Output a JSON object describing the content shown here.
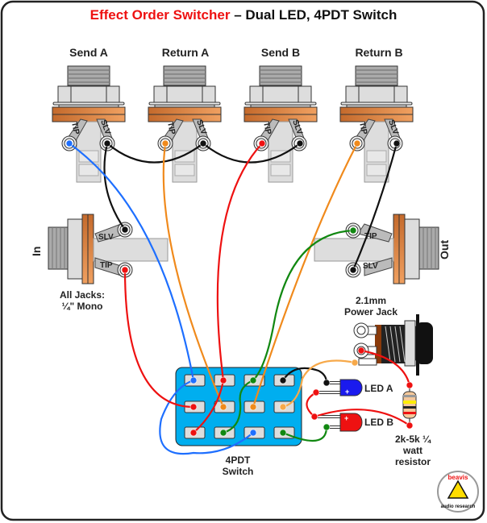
{
  "title": {
    "highlight": "Effect Order Switcher",
    "rest": " – Dual LED, 4PDT Switch",
    "highlight_color": "#ee1111"
  },
  "jacks": {
    "send_a": "Send A",
    "return_a": "Return A",
    "send_b": "Send B",
    "return_b": "Return B",
    "in": "In",
    "out": "Out",
    "tip": "TIP",
    "slv": "SLV",
    "note_line1": "All Jacks:",
    "note_line2": "¼\" Mono"
  },
  "power_jack": {
    "line1": "2.1mm",
    "line2": "Power Jack"
  },
  "switch": {
    "line1": "4PDT",
    "line2": "Switch",
    "color": "#00aeef"
  },
  "leds": {
    "a": "LED A",
    "b": "LED B",
    "a_color": "#1a1aee",
    "b_color": "#ee1111",
    "plus": "+"
  },
  "resistor": {
    "line1": "2k-5k ¼",
    "line2": "watt",
    "line3": "resistor"
  },
  "logo": {
    "text": "beavis audio research"
  },
  "wire_colors": {
    "blue": "#1e6fff",
    "orange": "#f08a1c",
    "light_orange": "#f7a94a",
    "red": "#ee1111",
    "green": "#118811",
    "black": "#111111"
  }
}
